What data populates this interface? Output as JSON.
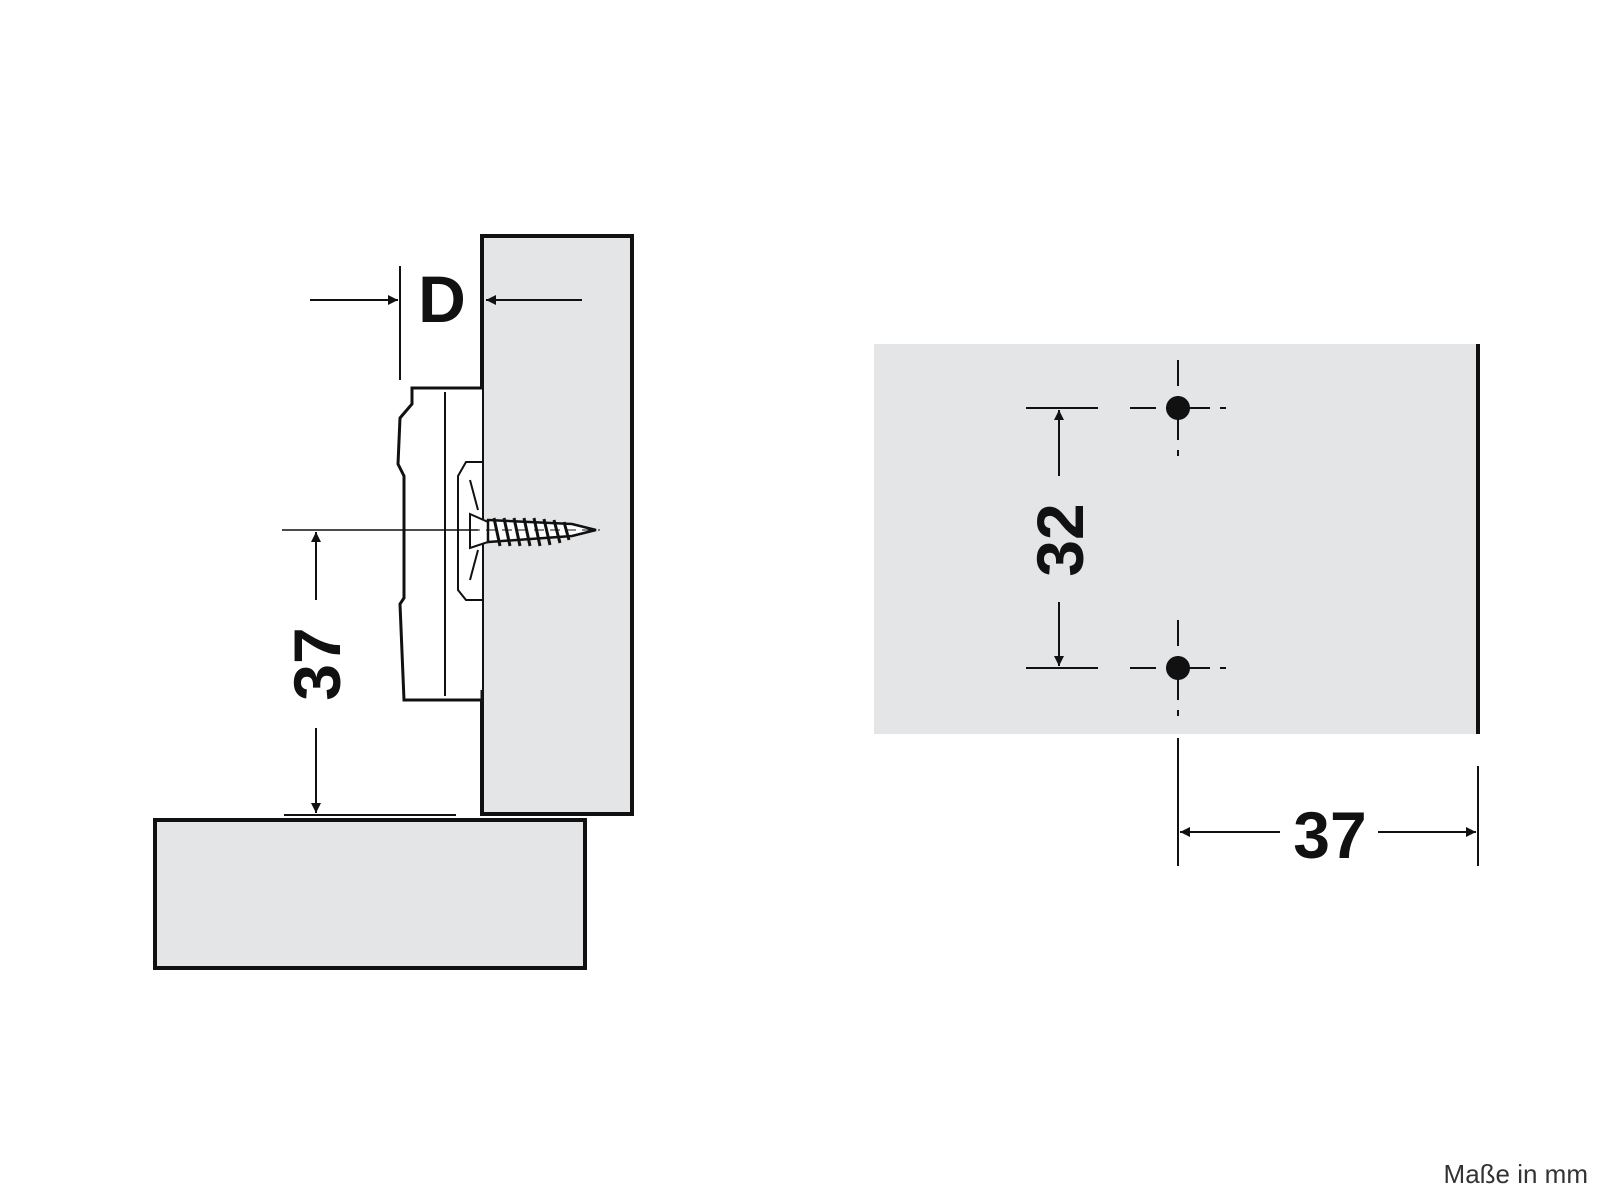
{
  "side_view": {
    "depth_label": "D",
    "height_label": "37"
  },
  "front_view": {
    "spacing_label": "32",
    "edge_distance_label": "37"
  },
  "footer": {
    "units_note": "Maße in mm"
  },
  "colors": {
    "panel_fill": "#e4e5e7",
    "line": "#111111"
  }
}
